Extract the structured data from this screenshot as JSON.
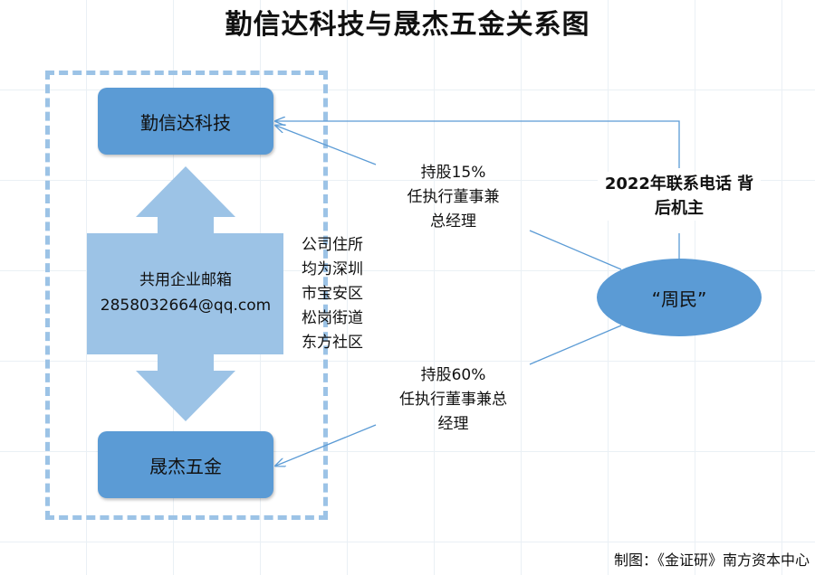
{
  "title": "勤信达科技与晟杰五金关系图",
  "companies": {
    "top": "勤信达科技",
    "bottom": "晟杰五金"
  },
  "shared": {
    "line1": "共用企业邮箱",
    "line2": "2858032664@qq.com"
  },
  "address_note": [
    "公司住所",
    "均为深圳",
    "市宝安区",
    "松岗街道",
    "东方社区"
  ],
  "relations": {
    "top": [
      "持股15%",
      "任执行董事兼",
      "总经理"
    ],
    "bottom": [
      "持股60%",
      "任执行董事兼总",
      "经理"
    ]
  },
  "phone_note": [
    "2022年联系电话  背",
    "后机主"
  ],
  "person": "“周民”",
  "credit": "制图：《金证研》南方资本中心",
  "colors": {
    "box_fill": "#5b9bd5",
    "arrow_fill": "#9cc3e6",
    "frame_dash": "#9cc3e6",
    "connector": "#5b9bd5"
  }
}
